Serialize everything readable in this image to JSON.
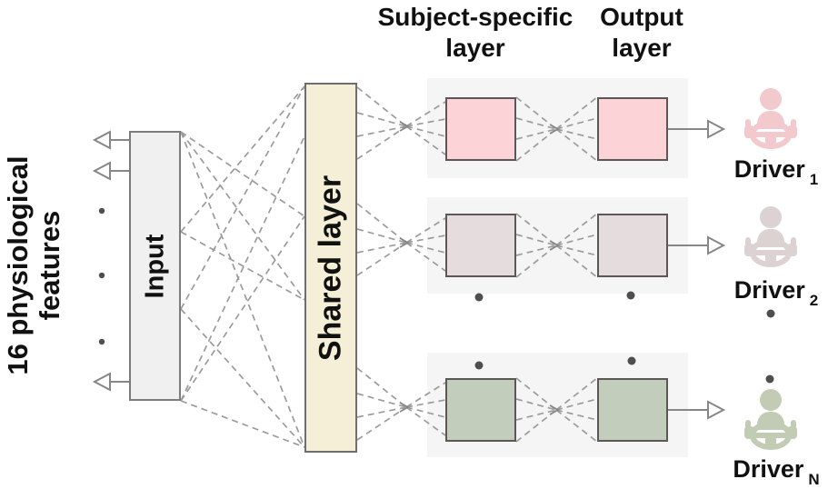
{
  "left_axis_label": {
    "line1": "16 physiological",
    "line2": "features"
  },
  "input_layer": {
    "label": "Input"
  },
  "shared_layer": {
    "label": "Shared layer"
  },
  "headers": {
    "subject_specific_line1": "Subject-specific",
    "subject_specific_line2": "layer",
    "output_line1": "Output",
    "output_line2": "layer"
  },
  "rows": [
    {
      "driver_label": "Driver",
      "driver_subscript": "1",
      "box_fill": "#fcd3d6",
      "icon_color": "#f2c9cc"
    },
    {
      "driver_label": "Driver",
      "driver_subscript": "2",
      "box_fill": "#e5dddd",
      "icon_color": "#dcd2d2"
    },
    {
      "driver_label": "Driver",
      "driver_subscript": "N",
      "box_fill": "#c3cdbc",
      "icon_color": "#c2ccb4"
    }
  ],
  "colors": {
    "input_fill": "#f1f0f0",
    "input_border": "#7c7c7c",
    "shared_fill": "#f5efd8",
    "shared_border": "#6e6e6e",
    "band_fill": "#f6f5f5",
    "box_border": "#5c5656",
    "dash_line": "#9b9b9b",
    "arrow_line": "#868686",
    "dot": "#4e4e4e"
  }
}
